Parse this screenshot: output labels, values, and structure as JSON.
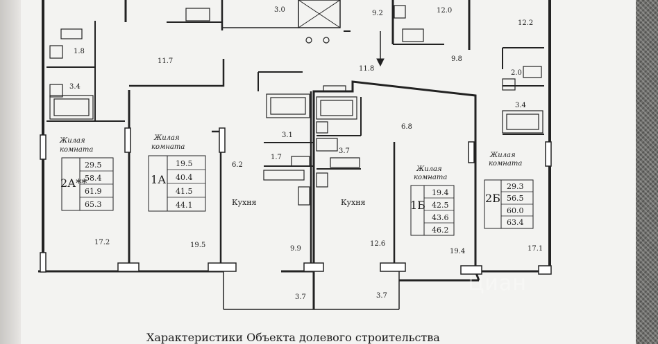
{
  "caption": "Характеристики Объекта долевого строительства",
  "watermark": "Циан",
  "room_labels": {
    "living": [
      "Жилая",
      "комната"
    ],
    "kitchen": "Кухня"
  },
  "areas": {
    "r_3_0": "3.0",
    "r_9_2": "9.2",
    "r_12_0": "12.0",
    "r_12_2": "12.2",
    "r_1_8": "1.8",
    "r_11_7": "11.7",
    "r_11_8": "11.8",
    "r_9_8": "9.8",
    "r_2_0": "2.0",
    "r_3_4_left": "3.4",
    "r_3_4_right": "3.4",
    "r_3_1": "3.1",
    "r_6_8": "6.8",
    "r_1_7": "1.7",
    "r_3_7_bath": "3.7",
    "r_6_2": "6.2",
    "r_17_2": "17.2",
    "r_19_5": "19.5",
    "r_9_9": "9.9",
    "r_12_6": "12.6",
    "r_19_4": "19.4",
    "r_17_1": "17.1",
    "balcony_left": "3.7",
    "balcony_right": "3.7"
  },
  "apartments": [
    {
      "code": "2А**",
      "values": [
        "29.5",
        "58.4",
        "61.9",
        "65.3"
      ]
    },
    {
      "code": "1А",
      "values": [
        "19.5",
        "40.4",
        "41.5",
        "44.1"
      ]
    },
    {
      "code": "1Б",
      "values": [
        "19.4",
        "42.5",
        "43.6",
        "46.2"
      ]
    },
    {
      "code": "2Б",
      "values": [
        "29.3",
        "56.5",
        "60.0",
        "63.4"
      ]
    }
  ],
  "colors": {
    "ink": "#1d1d1d",
    "paper": "#f3f3f1"
  }
}
